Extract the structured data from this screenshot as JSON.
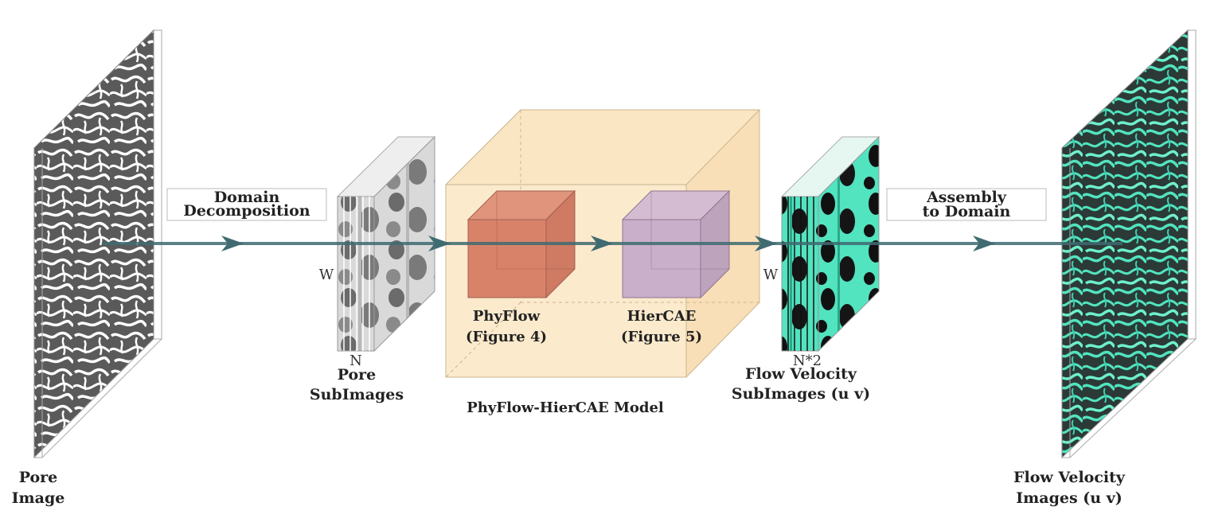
{
  "inputs": {
    "pore_image": {
      "line1": "Pore",
      "line2": "Image"
    },
    "pore_subimages": {
      "line1": "Pore",
      "line2": "SubImages",
      "w": "W",
      "n": "N"
    }
  },
  "steps": {
    "decomposition": {
      "line1": "Domain",
      "line2": "Decomposition"
    },
    "assembly": {
      "line1": "Assembly",
      "line2": "to Domain"
    }
  },
  "model": {
    "title": "PhyFlow-HierCAE Model",
    "phyflow": {
      "line1": "PhyFlow",
      "line2": "(Figure 4)",
      "color": "#d9826a"
    },
    "hiercae": {
      "line1": "HierCAE",
      "line2": "(Figure 5)",
      "color": "#c9afc9"
    },
    "box_color": "#fbe3bd"
  },
  "outputs": {
    "flow_subimages": {
      "line1": "Flow Velocity",
      "line2": "SubImages (u v)",
      "w": "W",
      "n": "N*2"
    },
    "flow_images": {
      "line1": "Flow Velocity",
      "line2": "Images (u v)"
    }
  },
  "colors": {
    "arrow": "#3f6b71",
    "flow": "#52e3bf",
    "pore_dark": "#555555"
  }
}
